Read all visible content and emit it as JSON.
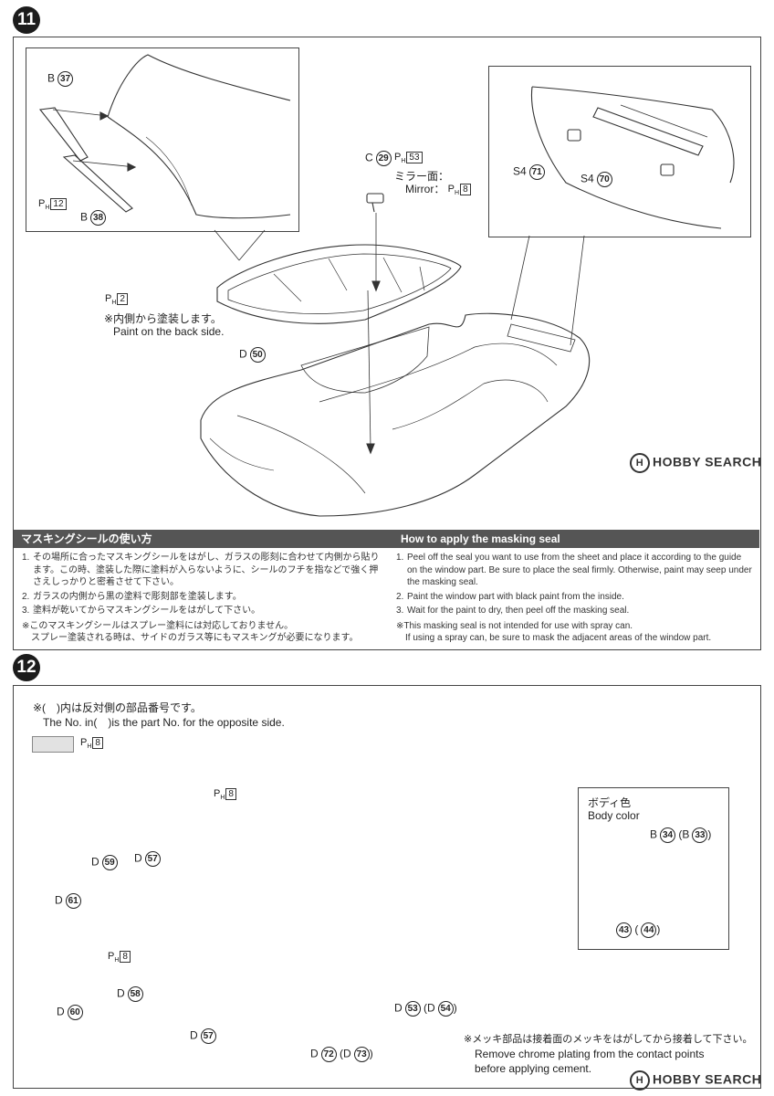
{
  "step11": {
    "number": "11",
    "hood_parts": {
      "b37": {
        "letter": "B",
        "num": "37"
      },
      "b38": {
        "letter": "B",
        "num": "38"
      },
      "ph12": {
        "p": "P",
        "sub": "H",
        "code": "12"
      }
    },
    "mirror_part": {
      "letter": "C",
      "num": "29",
      "ph_p": "P",
      "ph_sub": "H",
      "ph_code": "53"
    },
    "mirror_face_jp": "ミラー面：",
    "mirror_face_en": "Mirror：",
    "mirror_ph": {
      "p": "P",
      "sub": "H",
      "code": "8"
    },
    "wing_parts": {
      "s4_71": {
        "letter": "S4",
        "num": "71"
      },
      "s4_70": {
        "letter": "S4",
        "num": "70"
      }
    },
    "window_ph": {
      "p": "P",
      "sub": "H",
      "code": "2"
    },
    "window_note_jp": "※内側から塗装します。",
    "window_note_en": "Paint on the back side.",
    "window_part": {
      "letter": "D",
      "num": "50"
    }
  },
  "masking": {
    "jp_title": "マスキングシールの使い方",
    "en_title": "How to apply the masking seal",
    "jp_items": [
      {
        "n": "1.",
        "text": "その場所に合ったマスキングシールをはがし、ガラスの彫刻に合わせて内側から貼ります。この時、塗装した際に塗料が入らないように、シールのフチを指などで強く押さえしっかりと密着させて下さい。"
      },
      {
        "n": "2.",
        "text": "ガラスの内側から黒の塗料で彫刻部を塗装します。"
      },
      {
        "n": "3.",
        "text": "塗料が乾いてからマスキングシールをはがして下さい。"
      }
    ],
    "jp_note_1": "※このマスキングシールはスプレー塗料には対応しておりません。",
    "jp_note_2": "スプレー塗装される時は、サイドのガラス等にもマスキングが必要になります。",
    "en_items": [
      {
        "n": "1.",
        "text": "Peel off the seal you want to use from the sheet and place it according to the guide on the window part. Be sure to place the seal firmly. Otherwise, paint may seep under the masking seal."
      },
      {
        "n": "2.",
        "text": "Paint the window part with black paint from the inside."
      },
      {
        "n": "3.",
        "text": "Wait for the paint to dry, then peel off the masking seal."
      }
    ],
    "en_note_1": "※This masking seal is not intended for use with spray can.",
    "en_note_2": "If using a spray can, be sure to mask the adjacent areas of the window part."
  },
  "step12": {
    "number": "12",
    "opposite_note_jp": "※(　)内は反対側の部品番号です。",
    "opposite_note_en": "The No. in(　)is the part No. for the opposite side.",
    "swatch_ph": {
      "p": "P",
      "sub": "H",
      "code": "8"
    },
    "hood_ph": {
      "p": "P",
      "sub": "H",
      "code": "8"
    },
    "front_ph": {
      "p": "P",
      "sub": "H",
      "code": "8"
    },
    "parts": {
      "d59": {
        "letter": "D",
        "num": "59"
      },
      "d57a": {
        "letter": "D",
        "num": "57"
      },
      "d61": {
        "letter": "D",
        "num": "61"
      },
      "d58": {
        "letter": "D",
        "num": "58"
      },
      "d60": {
        "letter": "D",
        "num": "60"
      },
      "d57b": {
        "letter": "D",
        "num": "57"
      },
      "d53": {
        "letter": "D",
        "num": "53",
        "opp_letter": "D",
        "opp_num": "54"
      },
      "d72": {
        "letter": "D",
        "num": "72",
        "opp_letter": "D",
        "opp_num": "73"
      }
    },
    "mirror_box": {
      "body_color_jp": "ボディ色",
      "body_color_en": "Body color",
      "b34": {
        "letter": "B",
        "num": "34",
        "opp_letter": "B",
        "opp_num": "33"
      },
      "p43": {
        "num": "43",
        "opp_num": "44"
      }
    },
    "chrome_note_jp": "※メッキ部品は接着面のメッキをはがしてから接着して下さい。",
    "chrome_note_en_1": "Remove chrome plating from the contact points",
    "chrome_note_en_2": "before applying cement."
  },
  "watermark_top": "HOBBY SEARCH",
  "watermark_bottom": "HOBBY SEARCH",
  "watermark_logo": "H",
  "colors": {
    "line": "#333333",
    "header": "#555555",
    "swatch": "#e2e2e2"
  }
}
